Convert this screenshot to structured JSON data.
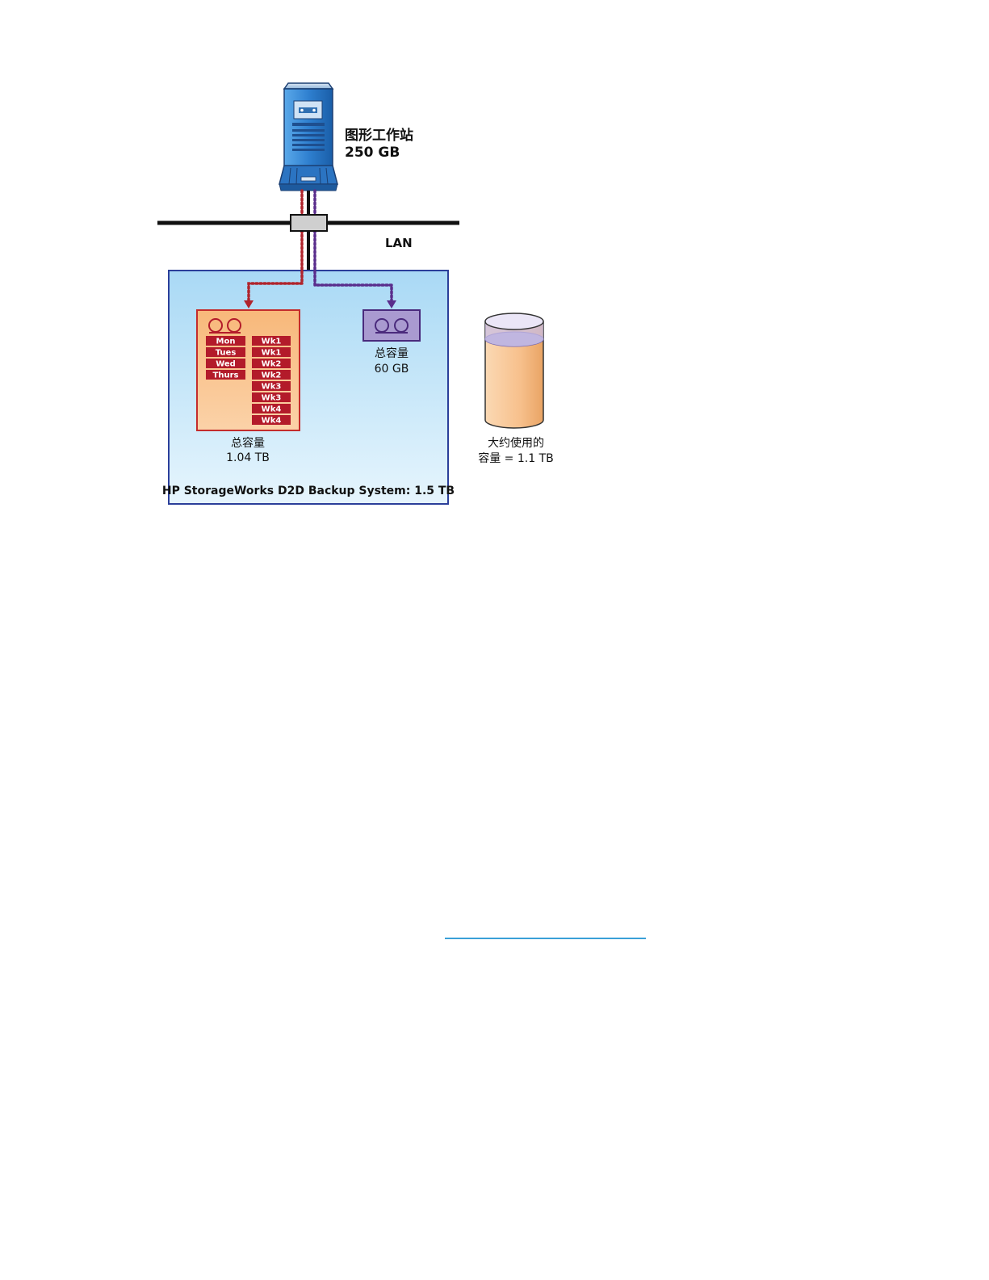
{
  "colors": {
    "lan_line": "#111111",
    "red_flow": "#b0242c",
    "purple_flow": "#5a2d8c",
    "system_bg_top": "#a9d9f5",
    "system_bg_bottom": "#e3f3fc",
    "system_border": "#2b3f9a",
    "orange_box": "#f8c08a",
    "orange_border": "#c42c2c",
    "slot_fill": "#b31b2a",
    "purple_box": "#a99ad0",
    "purple_border": "#4a2a7c",
    "server_blue": "#2f80d0",
    "link_line": "#3aa0d8"
  },
  "workstation": {
    "icon": "server-tower-icon",
    "name": "图形工作站",
    "size": "250 GB"
  },
  "network": {
    "label": "LAN",
    "hub_icon": "network-hub-icon"
  },
  "system": {
    "label": "HP StorageWorks D2D Backup System: 1.5 TB"
  },
  "library_large": {
    "icon": "tape-reel-icon",
    "daily_slots": [
      "Mon",
      "Tues",
      "Wed",
      "Thurs"
    ],
    "weekly_slots": [
      "Wk1",
      "Wk1",
      "Wk2",
      "Wk2",
      "Wk3",
      "Wk3",
      "Wk4",
      "Wk4"
    ],
    "caption_line1": "总容量",
    "caption_line2": "1.04 TB"
  },
  "library_small": {
    "icon": "tape-reel-icon",
    "caption_line1": "总容量",
    "caption_line2": "60 GB"
  },
  "usage": {
    "icon": "cylinder-jar-icon",
    "caption_line1": "大约使用的",
    "caption_line2": "容量 = 1.1 TB"
  }
}
